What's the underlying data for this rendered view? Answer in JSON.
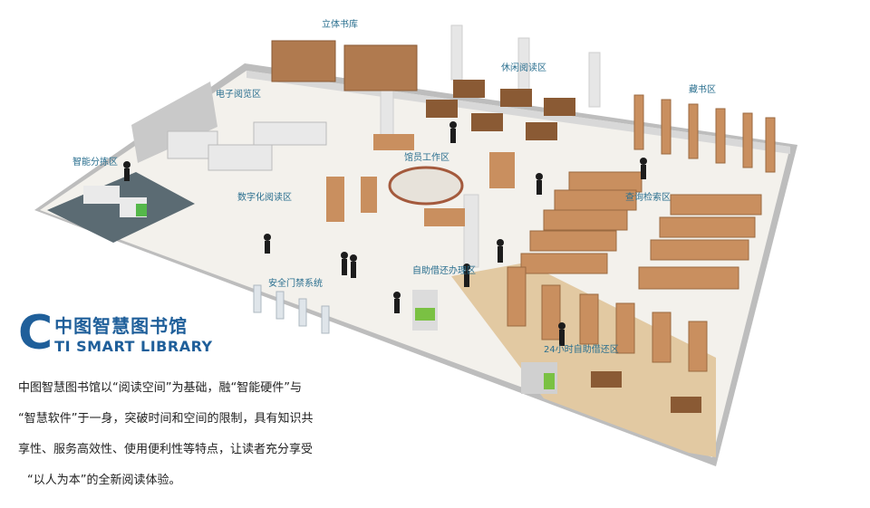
{
  "zones": {
    "stacks": "立体书库",
    "leisure": "休闲阅读区",
    "ereading": "电子阅览区",
    "archive": "藏书区",
    "sorting": "智能分拣区",
    "librarian": "馆员工作区",
    "digital": "数字化阅读区",
    "search": "查询检索区",
    "security": "安全门禁系统",
    "selfservice": "自助借还办理区",
    "allday": "24小时自助借还区"
  },
  "brand": {
    "letter": "C",
    "cn": "中图智慧图书馆",
    "en": "TI SMART LIBRARY"
  },
  "description": [
    "中图智慧图书馆以“阅读空间”为基础，融“智能硬件”与",
    "“智慧软件”于一身，突破时间和空间的限制，具有知识共",
    "享性、服务高效性、使用便利性等特点，让读者充分享受",
    "“以人为本”的全新阅读体验。"
  ],
  "colors": {
    "brand": "#1f5f9a",
    "label": "#2a6f8f",
    "wood": "#c98f5f"
  }
}
